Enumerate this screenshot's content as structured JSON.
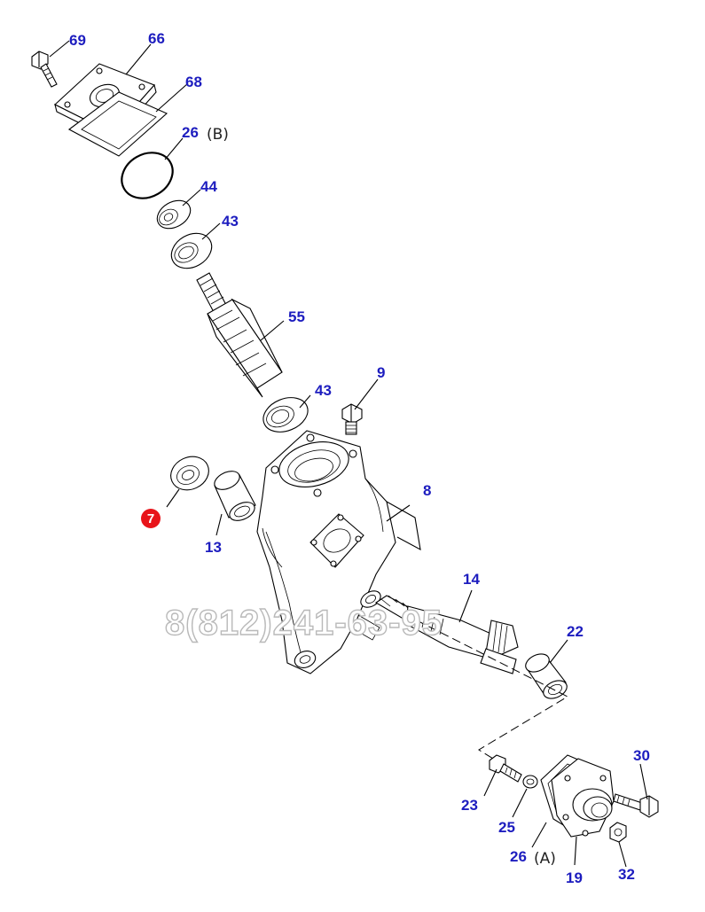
{
  "watermark": "8(812)241-63-95",
  "colors": {
    "part_number": "#1d1dbf",
    "highlight": "#e8141a",
    "line": "#000000"
  },
  "parts": [
    {
      "id": "p69",
      "number": "69"
    },
    {
      "id": "p66",
      "number": "66"
    },
    {
      "id": "p68",
      "number": "68"
    },
    {
      "id": "p26b",
      "number": "26",
      "suffix": "(B)"
    },
    {
      "id": "p44",
      "number": "44"
    },
    {
      "id": "p43a",
      "number": "43"
    },
    {
      "id": "p55",
      "number": "55"
    },
    {
      "id": "p9",
      "number": "9"
    },
    {
      "id": "p43b",
      "number": "43"
    },
    {
      "id": "p8",
      "number": "8"
    },
    {
      "id": "p7",
      "number": "7",
      "highlighted": true
    },
    {
      "id": "p13",
      "number": "13"
    },
    {
      "id": "p14",
      "number": "14"
    },
    {
      "id": "p22",
      "number": "22"
    },
    {
      "id": "p30",
      "number": "30"
    },
    {
      "id": "p23",
      "number": "23"
    },
    {
      "id": "p25",
      "number": "25"
    },
    {
      "id": "p26a",
      "number": "26",
      "suffix": "(A)"
    },
    {
      "id": "p19",
      "number": "19"
    },
    {
      "id": "p32",
      "number": "32"
    }
  ]
}
